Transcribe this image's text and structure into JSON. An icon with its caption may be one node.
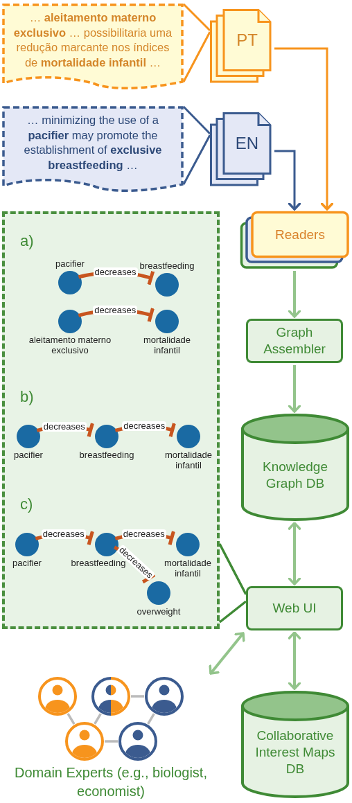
{
  "diagram": {
    "nodes": [
      {
        "text": [
          "… **aleitamento materno exclusivo** … possibilitaria uma redução marcante nos índices de **mortalidade infantil** …"
        ]
      },
      {
        "text": [
          "PT"
        ]
      },
      {
        "text": [
          "… minimizing the use of a **pacifier** may promote the establishment of **exclusive breastfeeding** …"
        ]
      },
      {
        "text": [
          "EN"
        ]
      },
      {
        "text": [
          "Readers"
        ]
      },
      {
        "text": [
          "Graph Assembler"
        ]
      },
      {
        "text": [
          "Knowledge Graph DB"
        ]
      },
      {
        "text": [],
        "shape": "box"
      },
      {
        "text": [
          "pacifier"
        ],
        "in": 7
      },
      {
        "text": [
          "breastfeeding"
        ],
        "in": 7
      },
      {
        "text": [
          "aleitamento materno exclusivo"
        ],
        "in": 7
      },
      {
        "text": [
          "mortalidade infantil"
        ],
        "in": 7
      },
      {
        "text": [
          "pacifier"
        ],
        "in": 7
      },
      {
        "text": [
          "breastfeeding"
        ],
        "in": 7
      },
      {
        "text": [
          "mortalidade infantil"
        ],
        "in": 7
      },
      {
        "text": [
          "pacifier"
        ],
        "in": 7
      },
      {
        "text": [
          "breastfeeding"
        ],
        "in": 7
      },
      {
        "text": [
          "mortalidade infantil"
        ],
        "in": 7
      },
      {
        "text": [
          "overweight"
        ],
        "in": 7
      },
      {
        "text": [
          "Web UI"
        ]
      },
      {
        "text": [
          "Collaborative Interest Maps DB"
        ]
      },
      {
        "text": [
          "Domain Experts (e.g., biologist, economist)"
        ]
      },
      {
        "text": [],
        "shape": "person",
        "in": 21
      },
      {
        "text": [],
        "shape": "person",
        "in": 21
      },
      {
        "text": [],
        "shape": "person",
        "in": 21
      },
      {
        "text": [],
        "shape": "person",
        "in": 21
      },
      {
        "text": [],
        "shape": "person",
        "in": 21
      }
    ],
    "edges": [
      {
        "from": 1,
        "to": 0,
        "arrow": "none",
        "color": "#f7941d"
      },
      {
        "from": 3,
        "to": 2,
        "arrow": "none",
        "color": "#3b5b8f"
      },
      {
        "from": 1,
        "to": 4,
        "arrow": "to",
        "color": "#f7941d"
      },
      {
        "from": 3,
        "to": 4,
        "arrow": "to",
        "color": "#3b5b8f"
      },
      {
        "from": 4,
        "to": 5,
        "arrow": "to",
        "color": "#93c48b"
      },
      {
        "from": 5,
        "to": 6,
        "arrow": "to",
        "color": "#93c48b"
      },
      {
        "from": 6,
        "to": 19,
        "arrow": "both",
        "color": "#93c48b"
      },
      {
        "from": 19,
        "to": 7,
        "arrow": "none",
        "color": "#3f8a35"
      },
      {
        "from": 19,
        "to": 20,
        "arrow": "both",
        "color": "#93c48b"
      },
      {
        "from": 19,
        "to": 21,
        "arrow": "both",
        "color": "#93c48b"
      },
      {
        "from": 8,
        "to": 9,
        "arrow": "other",
        "label": "decreases"
      },
      {
        "from": 10,
        "to": 11,
        "arrow": "other",
        "label": "decreases"
      },
      {
        "from": 12,
        "to": 13,
        "arrow": "other",
        "label": "decreases"
      },
      {
        "from": 13,
        "to": 14,
        "arrow": "other",
        "label": "decreases"
      },
      {
        "from": 15,
        "to": 16,
        "arrow": "other",
        "label": "decreases"
      },
      {
        "from": 16,
        "to": 17,
        "arrow": "other",
        "label": "decreases"
      },
      {
        "from": 16,
        "to": 18,
        "arrow": "other",
        "label": "decreases"
      },
      {
        "from": 22,
        "to": 25,
        "arrow": "none",
        "color": "#bbbbbb"
      },
      {
        "from": 23,
        "to": 25,
        "arrow": "none",
        "color": "#bbbbbb"
      },
      {
        "from": 23,
        "to": 24,
        "arrow": "none",
        "color": "#bbbbbb"
      },
      {
        "from": 24,
        "to": 26,
        "arrow": "none",
        "color": "#bbbbbb"
      },
      {
        "from": 25,
        "to": 26,
        "arrow": "none",
        "color": "#bbbbbb"
      }
    ],
    "labels": [
      "a)",
      "b)",
      "c)"
    ]
  }
}
